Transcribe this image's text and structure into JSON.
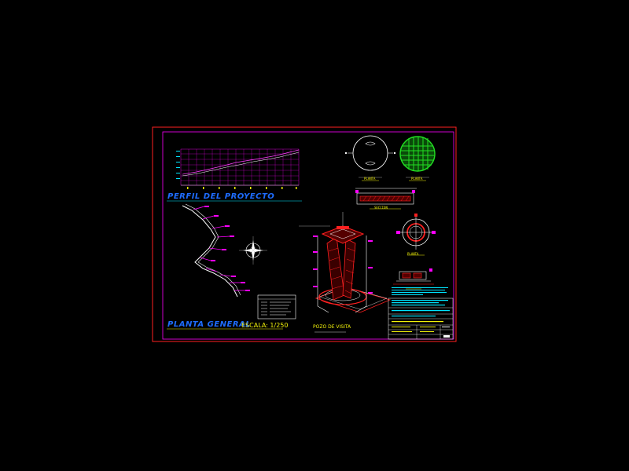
{
  "drawing": {
    "profile_title": "PERFIL DEL PROYECTO",
    "plan_title": "PLANTA GENERAL",
    "plan_scale": "ESCALA: 1/250",
    "manhole_title": "POZO DE VISITA",
    "cover_plan_label": "PLANTA",
    "cover_detail_label": "PLANTA",
    "section_label": "SECCION",
    "base_plan_label": "PLANTA"
  },
  "colors": {
    "background": "#000000",
    "frame_red": "#ff2020",
    "frame_magenta": "#ff00ff",
    "title_blue": "#1e6cff",
    "annotation_yellow": "#f2f20a",
    "annotation_cyan": "#00e5ff",
    "grate_green": "#22dd22",
    "line_white": "#ffffff"
  },
  "icons": {
    "north_arrow": "compass-rose-icon",
    "manhole_cover": "circular-grate-icon"
  }
}
